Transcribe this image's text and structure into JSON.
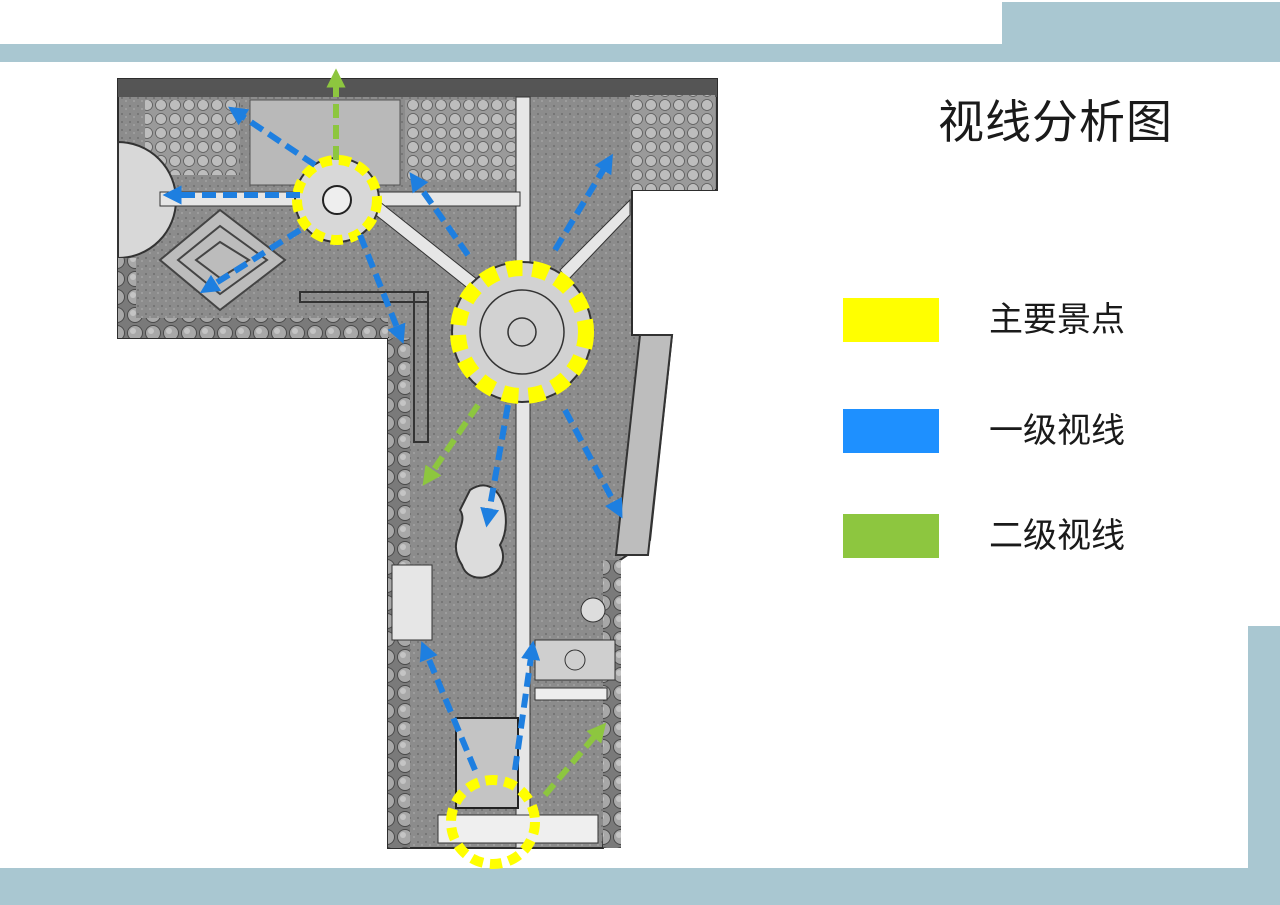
{
  "title": "视线分析图",
  "legend": [
    {
      "label": "主要景点",
      "color": "#ffff00"
    },
    {
      "label": "一级视线",
      "color": "#1e90ff"
    },
    {
      "label": "二级视线",
      "color": "#8dc63f"
    }
  ],
  "colors": {
    "frame_band": "#a9c7d1",
    "plan_ground": "#8a8a8a",
    "primary_sightline": "#1e7fe0",
    "secondary_sightline": "#8dc63f",
    "main_spot": "#ffff00"
  },
  "view_points": [
    {
      "role": "main_spot"
    },
    {
      "role": "main_spot"
    },
    {
      "role": "main_spot"
    }
  ]
}
